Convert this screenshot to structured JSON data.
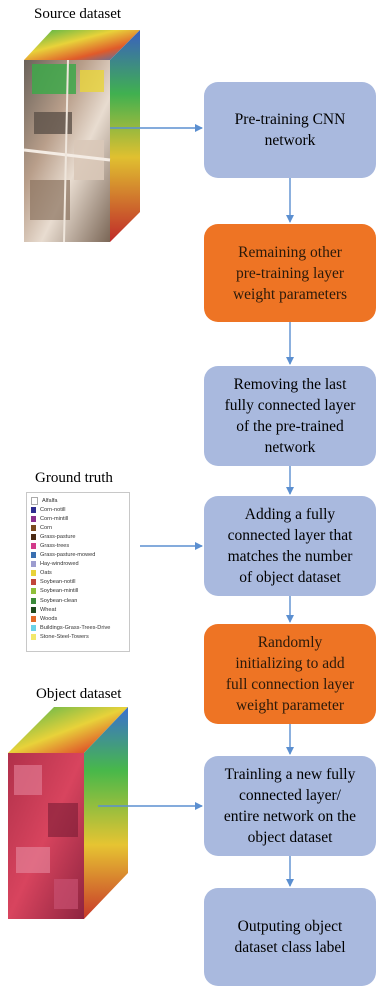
{
  "labels": {
    "source": "Source dataset",
    "ground_truth": "Ground truth",
    "object": "Object dataset"
  },
  "steps": [
    {
      "lines": [
        "Pre-training CNN",
        "network"
      ],
      "color": "blue"
    },
    {
      "lines": [
        "Remaining other",
        "pre-training layer",
        "weight parameters"
      ],
      "color": "orange"
    },
    {
      "lines": [
        "Removing the last",
        "fully connected layer",
        "of the pre-trained",
        "network"
      ],
      "color": "blue"
    },
    {
      "lines": [
        "Adding a fully",
        "connected layer that",
        "matches the number",
        "of object dataset"
      ],
      "color": "blue"
    },
    {
      "lines": [
        "Randomly",
        "initializing to add",
        "full connection layer",
        "weight parameter"
      ],
      "color": "orange"
    },
    {
      "lines": [
        "Trainling a new fully",
        "connected layer/",
        "entire network on the",
        "object dataset"
      ],
      "color": "blue"
    },
    {
      "lines": [
        "Outputing object",
        "dataset class label"
      ],
      "color": "blue"
    }
  ],
  "legend": [
    {
      "name": "Alfalfa",
      "color": "#ffffff"
    },
    {
      "name": "Corn-notill",
      "color": "#2e2c8f"
    },
    {
      "name": "Corn-mintill",
      "color": "#8b2f8c"
    },
    {
      "name": "Corn",
      "color": "#7a4a1e"
    },
    {
      "name": "Grass-pasture",
      "color": "#4a2a14"
    },
    {
      "name": "Grass-trees",
      "color": "#d23a8a"
    },
    {
      "name": "Grass-pasture-mowed",
      "color": "#3a6fb0"
    },
    {
      "name": "Hay-windrowed",
      "color": "#9c9ccf"
    },
    {
      "name": "Oats",
      "color": "#e8d23a"
    },
    {
      "name": "Soybean-notill",
      "color": "#c2453a"
    },
    {
      "name": "Soybean-mintill",
      "color": "#8fbf3a"
    },
    {
      "name": "Soybean-clean",
      "color": "#3a8a3a"
    },
    {
      "name": "Wheat",
      "color": "#1f4a1f"
    },
    {
      "name": "Woods",
      "color": "#e36a2a"
    },
    {
      "name": "Buildings-Grass-Trees-Drive",
      "color": "#6ad2e8"
    },
    {
      "name": "Stone-Steel-Towers",
      "color": "#f2e86a"
    }
  ],
  "colors": {
    "blue_box": "#a9b9de",
    "orange_box": "#ee7424",
    "arrow": "#5b8fd0"
  }
}
